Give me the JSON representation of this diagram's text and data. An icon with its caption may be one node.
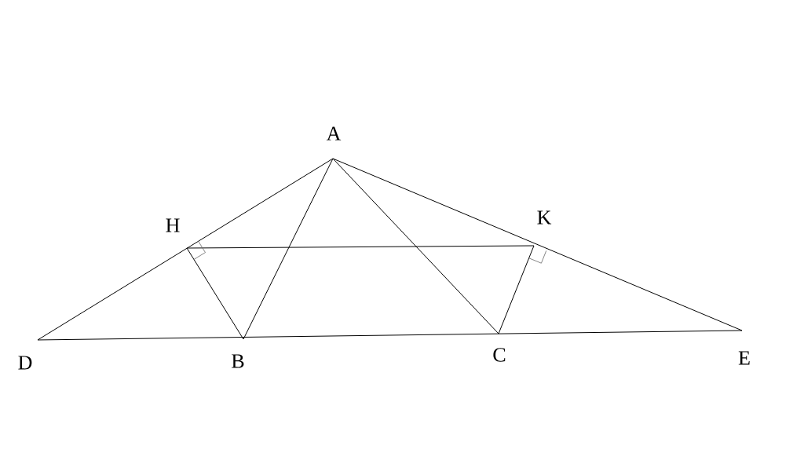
{
  "diagram": {
    "labels": [
      "A",
      "H",
      "K",
      "D",
      "B",
      "C",
      "E"
    ]
  }
}
